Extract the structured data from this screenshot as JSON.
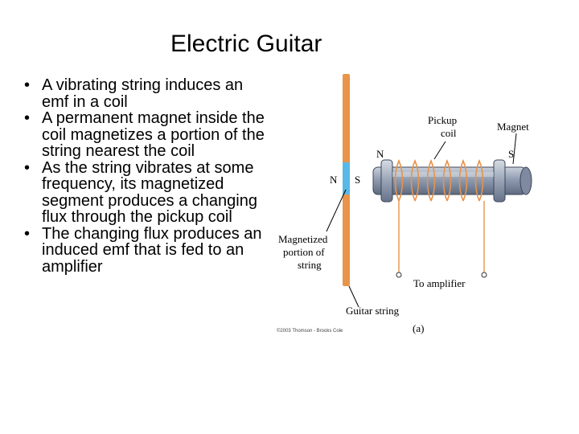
{
  "slide": {
    "title": "Electric Guitar",
    "bullets": [
      "A vibrating string induces an emf in a coil",
      "A permanent magnet inside the coil magnetizes a portion of the string nearest the coil",
      "As the string vibrates at some frequency, its magnetized segment produces a changing flux through the pickup coil",
      "The changing flux produces an induced emf that is fed to an amplifier"
    ],
    "bullet_glyph": "•"
  },
  "figure": {
    "pickup_coil_label_1": "Pickup",
    "pickup_coil_label_2": "coil",
    "magnet_label": "Magnet",
    "north_label": "N",
    "south_label": "S",
    "string_north_label": "N",
    "string_south_label": "S",
    "magnetized_label_1": "Magnetized",
    "magnetized_label_2": "portion of",
    "magnetized_label_3": "string",
    "amplifier_label": "To amplifier",
    "guitar_string_label": "Guitar string",
    "copyright": "©2003 Thomson - Brooks Cole",
    "panel_label": "(a)",
    "colors": {
      "string": "#e8944a",
      "magnetized": "#5ab8e6",
      "coil_wire": "#e8944a",
      "magnet_body": "#9aa6b8"
    }
  }
}
